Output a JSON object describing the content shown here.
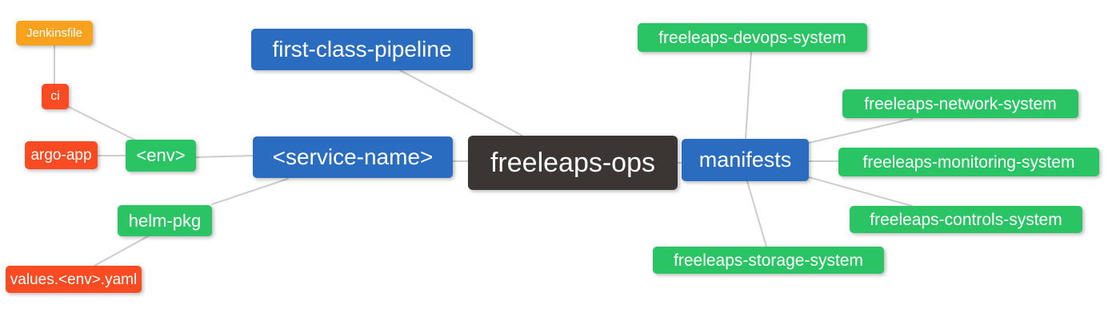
{
  "diagram": {
    "type": "mindmap",
    "root": "freeleaps-ops"
  },
  "colors": {
    "blue": "#2a6cc0",
    "green": "#2bc465",
    "deep_orange": "#fb4b22",
    "amber": "#f9a21e",
    "dark": "#3b3633",
    "edge": "#cccccc",
    "text": "#ffffff",
    "background": "#ffffff"
  },
  "nodes": {
    "jenkinsfile": {
      "label": "Jenkinsfile",
      "color": "#f9a21e"
    },
    "ci": {
      "label": "ci",
      "color": "#fb4b22"
    },
    "argo_app": {
      "label": "argo-app",
      "color": "#fb4b22"
    },
    "env": {
      "label": "<env>",
      "color": "#2bc465"
    },
    "helm_pkg": {
      "label": "helm-pkg",
      "color": "#2bc465"
    },
    "values_env_yaml": {
      "label": "values.<env>.yaml",
      "color": "#fb4b22"
    },
    "first_class_pipeline": {
      "label": "first-class-pipeline",
      "color": "#2a6cc0"
    },
    "service_name": {
      "label": "<service-name>",
      "color": "#2a6cc0"
    },
    "freeleaps_ops": {
      "label": "freeleaps-ops",
      "color": "#3b3633"
    },
    "manifests": {
      "label": "manifests",
      "color": "#2a6cc0"
    },
    "devops_system": {
      "label": "freeleaps-devops-system",
      "color": "#2bc465"
    },
    "network_system": {
      "label": "freeleaps-network-system",
      "color": "#2bc465"
    },
    "monitoring_system": {
      "label": "freeleaps-monitoring-system",
      "color": "#2bc465"
    },
    "controls_system": {
      "label": "freeleaps-controls-system",
      "color": "#2bc465"
    },
    "storage_system": {
      "label": "freeleaps-storage-system",
      "color": "#2bc465"
    }
  },
  "edges": [
    {
      "from": "ci",
      "to": "Jenkinsfile"
    },
    {
      "from": "<env>",
      "to": "ci"
    },
    {
      "from": "<env>",
      "to": "argo-app"
    },
    {
      "from": "<service-name>",
      "to": "<env>"
    },
    {
      "from": "<service-name>",
      "to": "helm-pkg"
    },
    {
      "from": "helm-pkg",
      "to": "values.<env>.yaml"
    },
    {
      "from": "freeleaps-ops",
      "to": "first-class-pipeline"
    },
    {
      "from": "freeleaps-ops",
      "to": "<service-name>"
    },
    {
      "from": "freeleaps-ops",
      "to": "manifests"
    },
    {
      "from": "manifests",
      "to": "freeleaps-devops-system"
    },
    {
      "from": "manifests",
      "to": "freeleaps-network-system"
    },
    {
      "from": "manifests",
      "to": "freeleaps-monitoring-system"
    },
    {
      "from": "manifests",
      "to": "freeleaps-controls-system"
    },
    {
      "from": "manifests",
      "to": "freeleaps-storage-system"
    }
  ]
}
